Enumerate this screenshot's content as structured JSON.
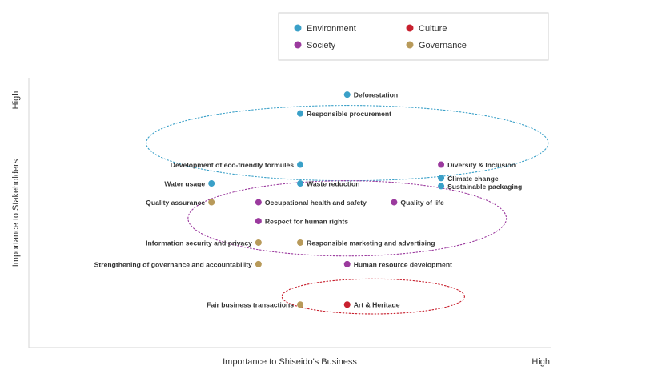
{
  "chart_data": {
    "type": "scatter",
    "title": "",
    "xlabel": "Importance to Shiseido's Business",
    "ylabel": "Importance to Stakeholders",
    "x_high_label": "High",
    "y_high_label": "High",
    "legend": {
      "placement": "top-right",
      "entries": [
        {
          "key": "environment",
          "name": "Environment",
          "color": "#3aa0c8"
        },
        {
          "key": "culture",
          "name": "Culture",
          "color": "#c8202e"
        },
        {
          "key": "society",
          "name": "Society",
          "color": "#9b3a9e"
        },
        {
          "key": "governance",
          "name": "Governance",
          "color": "#b89a5a"
        }
      ]
    },
    "xlim": [
      0,
      100
    ],
    "ylim": [
      0,
      100
    ],
    "points": [
      {
        "label": "Deforestation",
        "category": "environment",
        "x": 61,
        "y": 94,
        "label_side": "right"
      },
      {
        "label": "Responsible procurement",
        "category": "environment",
        "x": 52,
        "y": 87,
        "label_side": "right"
      },
      {
        "label": "Development of eco-friendly formules",
        "category": "environment",
        "x": 52,
        "y": 68,
        "label_side": "left"
      },
      {
        "label": "Diversity & Inclusion",
        "category": "society",
        "x": 79,
        "y": 68,
        "label_side": "right"
      },
      {
        "label": "Climate change",
        "category": "environment",
        "x": 79,
        "y": 63,
        "label_side": "right"
      },
      {
        "label": "Sustainable packaging",
        "category": "environment",
        "x": 79,
        "y": 60,
        "label_side": "right"
      },
      {
        "label": "Water usage",
        "category": "environment",
        "x": 35,
        "y": 61,
        "label_side": "left"
      },
      {
        "label": "Waste reduction",
        "category": "environment",
        "x": 52,
        "y": 61,
        "label_side": "right"
      },
      {
        "label": "Quality assurance",
        "category": "governance",
        "x": 35,
        "y": 54,
        "label_side": "left"
      },
      {
        "label": "Occupational health and safety",
        "category": "society",
        "x": 44,
        "y": 54,
        "label_side": "right"
      },
      {
        "label": "Quality of life",
        "category": "society",
        "x": 70,
        "y": 54,
        "label_side": "right"
      },
      {
        "label": "Respect for human rights",
        "category": "society",
        "x": 44,
        "y": 47,
        "label_side": "right"
      },
      {
        "label": "Information security and privacy",
        "category": "governance",
        "x": 44,
        "y": 39,
        "label_side": "left"
      },
      {
        "label": "Responsible marketing and advertising",
        "category": "governance",
        "x": 52,
        "y": 39,
        "label_side": "right"
      },
      {
        "label": "Strengthening of governance and accountability",
        "category": "governance",
        "x": 44,
        "y": 31,
        "label_side": "left"
      },
      {
        "label": "Human resource development",
        "category": "society",
        "x": 61,
        "y": 31,
        "label_side": "right"
      },
      {
        "label": "Fair business transactions",
        "category": "governance",
        "x": 52,
        "y": 16,
        "label_side": "left"
      },
      {
        "label": "Art & Heritage",
        "category": "culture",
        "x": 61,
        "y": 16,
        "label_side": "right"
      }
    ],
    "groups": [
      {
        "category": "environment",
        "cx": 61,
        "cy": 76,
        "rx": 77,
        "ry": 28
      },
      {
        "category": "society",
        "cx": 61,
        "cy": 48,
        "rx": 61,
        "ry": 28
      },
      {
        "category": "culture",
        "cx": 66,
        "cy": 19,
        "rx": 35,
        "ry": 13
      }
    ]
  }
}
